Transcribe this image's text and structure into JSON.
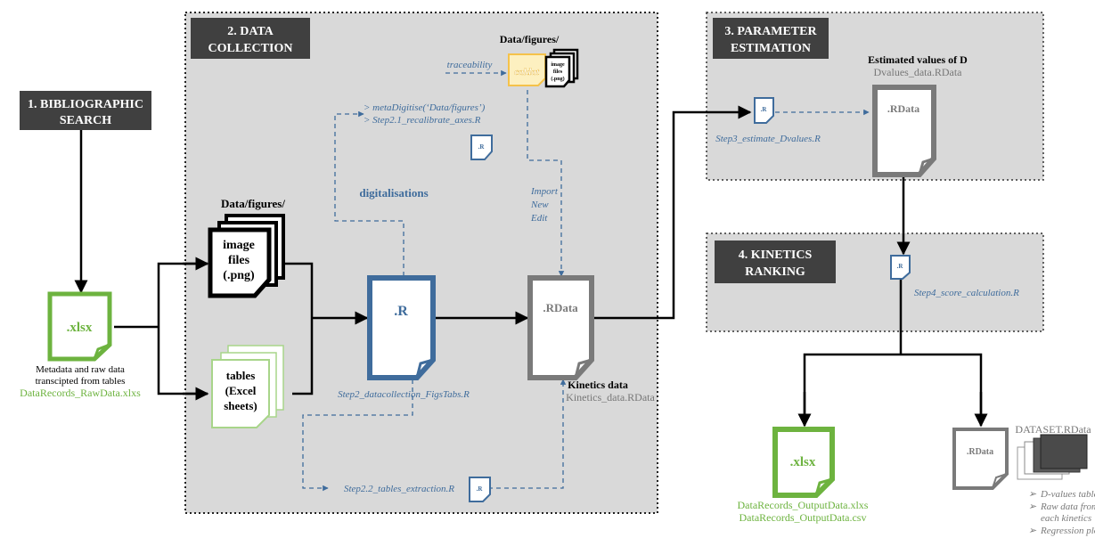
{
  "sections": {
    "s1": [
      "1. BIBLIOGRAPHIC",
      "SEARCH"
    ],
    "s2": [
      "2. DATA",
      "COLLECTION"
    ],
    "s3": [
      "3. PARAMETER",
      "ESTIMATION"
    ],
    "s4": [
      "4. KINETICS",
      "RANKING"
    ]
  },
  "raw_xlsx": {
    "icon_label": ".xlsx",
    "caption_lines": [
      "Metadata and raw data",
      "transcipted from tables"
    ],
    "filename": "DataRecords_RawData.xlxs"
  },
  "figures": {
    "folder": "Data/figures/",
    "stack_lines": [
      "image",
      "files",
      "(.png)"
    ]
  },
  "tables": {
    "stack_lines": [
      "tables",
      "(Excel",
      "sheets)"
    ]
  },
  "r_main": {
    "icon_label": ".R",
    "script": "Step2_datacollection_FigsTabs.R"
  },
  "rdata_kinetics": {
    "icon_label": ".RData",
    "title": "Kinetics data",
    "filename": "Kinetics_data.RData"
  },
  "digit": {
    "commands": [
      "> metaDigitise(‘Data/figures’)",
      "> Step2.1_recalibrate_axes.R"
    ],
    "icon_label": ".R",
    "label": "digitalisations"
  },
  "caldat": {
    "folder": "Data/figures/",
    "label": "caldat",
    "stack_lines": [
      "image",
      "files",
      "(.png)"
    ],
    "traceability": "traceability",
    "actions": [
      "Import",
      "New",
      "Edit"
    ]
  },
  "tables_script": {
    "label": "Step2.2_tables_extraction.R",
    "icon_label": ".R"
  },
  "param": {
    "script_icon": ".R",
    "script": "Step3_estimate_Dvalues.R",
    "title": "Estimated values of D",
    "filename": "Dvalues_data.RData",
    "icon_label": ".RData"
  },
  "rank": {
    "script_icon": ".R",
    "script": "Step4_score_calculation.R"
  },
  "output_xlsx": {
    "icon_label": ".xlsx",
    "files": [
      "DataRecords_OutputData.xlxs",
      "DataRecords_OutputData.csv"
    ]
  },
  "dataset": {
    "icon_label": ".RData",
    "filename": "DATASET.RData",
    "items": [
      "D-values table",
      "Raw data from",
      "each kinetics",
      "Regression plots"
    ]
  },
  "colors": {
    "green": "#6db33f",
    "blue": "#3f6c9c",
    "grey": "#7a7a7a",
    "yellow": "#f5c24a",
    "panel": "#d9d9d9",
    "header": "#404040"
  }
}
